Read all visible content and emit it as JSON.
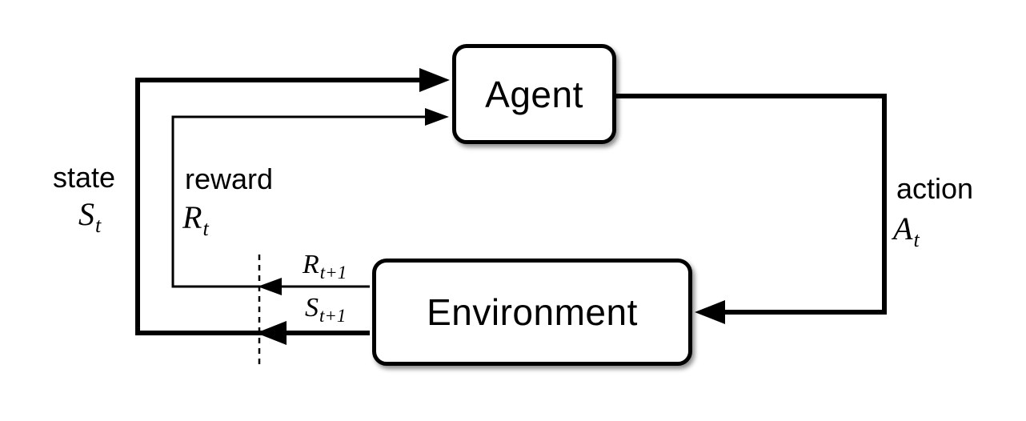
{
  "nodes": {
    "agent": {
      "label": "Agent"
    },
    "environment": {
      "label": "Environment"
    }
  },
  "labels": {
    "state": {
      "word": "state",
      "symbol": "S",
      "subscript": "t"
    },
    "reward": {
      "word": "reward",
      "symbol": "R",
      "subscript": "t"
    },
    "action": {
      "word": "action",
      "symbol": "A",
      "subscript": "t"
    },
    "next_reward": {
      "symbol": "R",
      "subscript": "t+1"
    },
    "next_state": {
      "symbol": "S",
      "subscript": "t+1"
    }
  },
  "colors": {
    "line": "#000000",
    "box_border": "#000000",
    "box_fill": "#ffffff",
    "background": "#ffffff",
    "text": "#000000"
  }
}
